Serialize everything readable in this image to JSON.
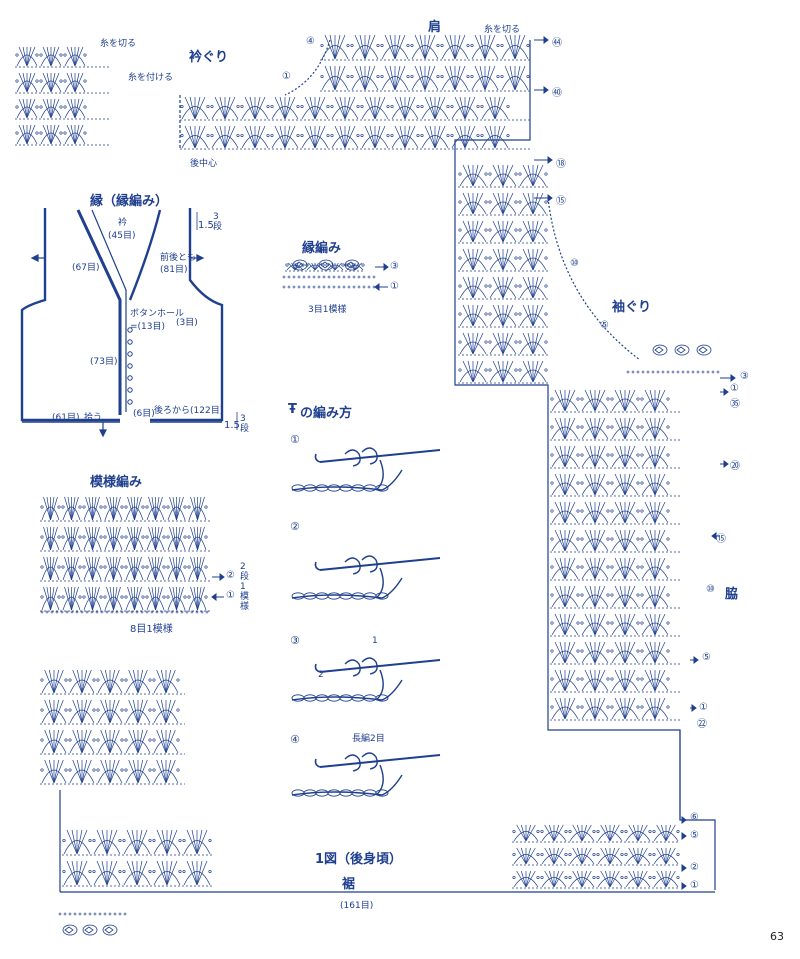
{
  "colors": {
    "ink": "#1f3f8f",
    "paper": "#ffffff"
  },
  "page_number": "63",
  "neck_chart": {
    "title": "衿ぐり",
    "cut_yarn": "糸を切る",
    "attach_yarn": "糸を付ける",
    "center_back": "後中心",
    "row_markers": [
      "④",
      "①"
    ]
  },
  "shoulder": {
    "title": "肩",
    "cut_yarn": "糸を切る",
    "row_markers": [
      "㊹",
      "㊵"
    ]
  },
  "armhole": {
    "title": "袖ぐり",
    "row_markers": [
      "⑱",
      "⑮",
      "⑩",
      "⑤",
      "③",
      "①",
      "㉟"
    ]
  },
  "side": {
    "title": "脇",
    "row_markers": [
      "⑳",
      "⑮",
      "⑩",
      "⑤",
      "①",
      "㉒"
    ]
  },
  "hem": {
    "title": "裾",
    "count": "(161目)",
    "row_markers": [
      "⑥",
      "⑤",
      "②",
      "①"
    ]
  },
  "figure_caption": "1図（後身頃）",
  "edging_schematic": {
    "title": "縁（縁編み）",
    "front_edge": "衿",
    "front_edge_count": "(45目)",
    "armhole_edge": "前後とも",
    "armhole_count": "(81目)",
    "side_count": "(67目)",
    "buttonhole": "ボタンホール",
    "buttonhole_count": "=(13目)",
    "buttonhole_rows": "(3目)",
    "front_count": "(73目)",
    "bottom_count": "(61目)",
    "bottom_pick": "拾う",
    "back_pick": "後ろから(122目)",
    "corner_count": "(6目)",
    "dim_top": "1.5",
    "rows_top": "3段",
    "dim_bottom": "1.5",
    "rows_bottom": "3段"
  },
  "edging_stitch": {
    "title": "縁編み",
    "repeat": "3目1模様",
    "row_markers": [
      "③",
      "①"
    ]
  },
  "pattern_stitch": {
    "title": "模様編み",
    "repeat": "8目1模様",
    "row_markers": [
      "②",
      "①"
    ],
    "note": "2段1模様"
  },
  "stitch_howto": {
    "title": "の編み方",
    "symbol": "Ŧ",
    "steps": [
      "①",
      "②",
      "③",
      "④"
    ],
    "step3_labels": [
      "1",
      "2"
    ],
    "step4_label": "長編2目"
  }
}
